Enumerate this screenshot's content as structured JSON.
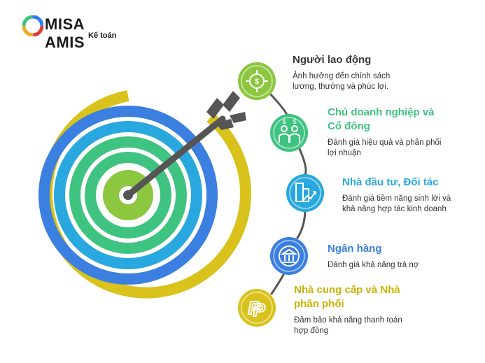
{
  "logo": {
    "brand": "MISA AMIS",
    "sub": "Kế toán"
  },
  "stakeholders": [
    {
      "title_lines": [
        "Người lao động"
      ],
      "desc_lines": [
        "Ảnh hưởng đến chính sách",
        "lương, thưởng và phúc lợi."
      ],
      "color": "#8dc63f",
      "title_color": "#3a3a3a",
      "icon": "target-dollar-icon"
    },
    {
      "title_lines": [
        "Chủ doanh nghiệp và",
        "Cổ đông"
      ],
      "desc_lines": [
        "Đánh giá hiệu quả và phân phối",
        "lợi nhuận"
      ],
      "color": "#3fc380",
      "title_color": "#3fc380",
      "icon": "business-people-icon"
    },
    {
      "title_lines": [
        "Nhà đầu tư, Đối tác"
      ],
      "desc_lines": [
        "Đánh giá tiềm năng sinh lời và",
        "khả năng hợp tác kinh doanh"
      ],
      "color": "#29a8df",
      "title_color": "#29a8df",
      "icon": "growth-chart-icon"
    },
    {
      "title_lines": [
        "Ngân hàng"
      ],
      "desc_lines": [
        "Đánh giá khả năng trả nợ"
      ],
      "color": "#3b7fe0",
      "title_color": "#3b7fe0",
      "icon": "bank-icon"
    },
    {
      "title_lines": [
        "Nhà cung cấp và Nhà",
        "phân phối"
      ],
      "desc_lines": [
        "Đảm bảo khả năng thanh toán",
        "hợp đồng"
      ],
      "color": "#d9c21c",
      "title_color": "#c9b300",
      "icon": "paypal-icon"
    }
  ]
}
